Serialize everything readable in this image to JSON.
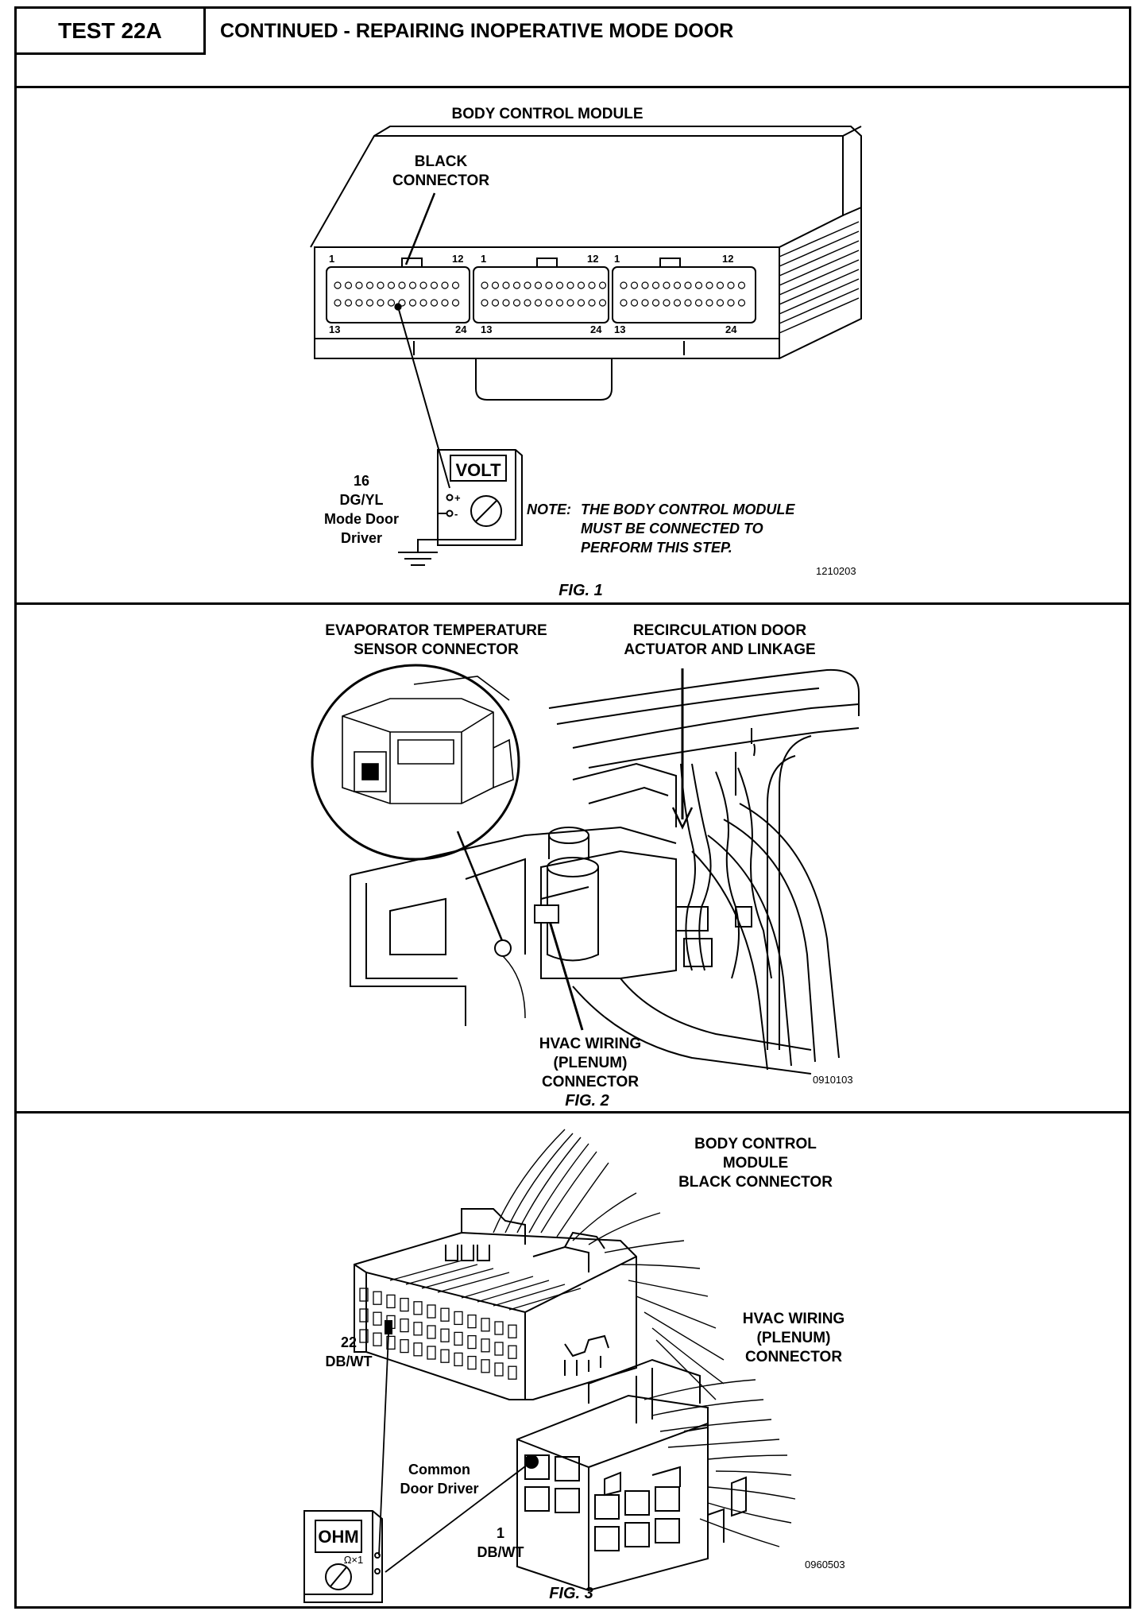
{
  "header": {
    "test_id": "TEST 22A",
    "title": "CONTINUED - REPAIRING INOPERATIVE MODE DOOR"
  },
  "fig1": {
    "module_label": "BODY CONTROL MODULE",
    "connector_label_1": "BLACK",
    "connector_label_2": "CONNECTOR",
    "pins": {
      "p1": "1",
      "p12": "12",
      "p13": "13",
      "p24": "24"
    },
    "meter": "VOLT",
    "plus": "+",
    "minus": "-",
    "wire_1": "16",
    "wire_2": "DG/YL",
    "wire_3": "Mode Door",
    "wire_4": "Driver",
    "note_prefix": "NOTE:",
    "note_1": "THE BODY CONTROL MODULE",
    "note_2": "MUST BE CONNECTED TO",
    "note_3": "PERFORM THIS STEP.",
    "code": "1210203",
    "caption": "FIG. 1"
  },
  "fig2": {
    "evap_1": "EVAPORATOR TEMPERATURE",
    "evap_2": "SENSOR CONNECTOR",
    "recirc_1": "RECIRCULATION DOOR",
    "recirc_2": "ACTUATOR AND LINKAGE",
    "hvac_1": "HVAC WIRING",
    "hvac_2": "(PLENUM)",
    "hvac_3": "CONNECTOR",
    "code": "0910103",
    "caption": "FIG. 2"
  },
  "fig3": {
    "bcm_1": "BODY CONTROL",
    "bcm_2": "MODULE",
    "bcm_3": "BLACK CONNECTOR",
    "hvac_1": "HVAC WIRING",
    "hvac_2": "(PLENUM)",
    "hvac_3": "CONNECTOR",
    "wire22_1": "22",
    "wire22_2": "DB/WT",
    "common_1": "Common",
    "common_2": "Door Driver",
    "wire1_1": "1",
    "wire1_2": "DB/WT",
    "meter": "OHM",
    "range": "Ω×1",
    "code": "0960503",
    "caption": "FIG. 3"
  }
}
